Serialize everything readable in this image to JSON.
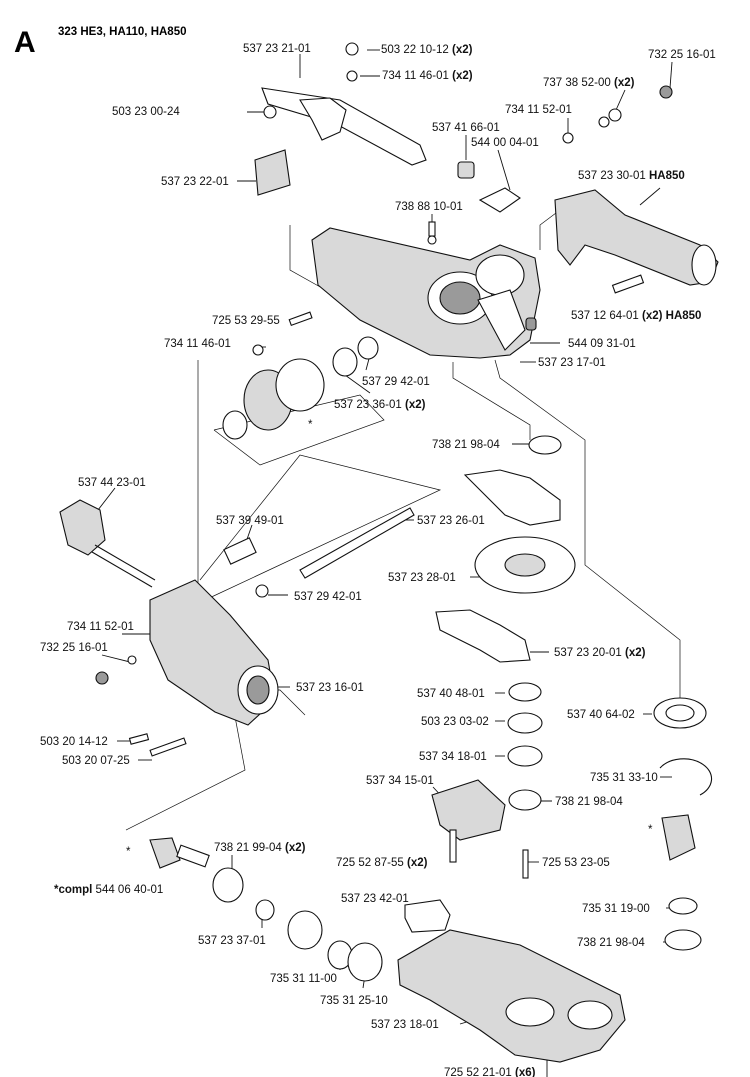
{
  "header": {
    "section": "A",
    "models": "323 HE3, HA110, HA850"
  },
  "labels": [
    {
      "id": "p1",
      "number": "537 23 21-01",
      "suffix": ""
    },
    {
      "id": "p2",
      "number": "503 22 10-12",
      "suffix": "(x2)"
    },
    {
      "id": "p3",
      "number": "734 11 46-01",
      "suffix": "(x2)"
    },
    {
      "id": "p4",
      "number": "732 25 16-01",
      "suffix": ""
    },
    {
      "id": "p5",
      "number": "737 38 52-00",
      "suffix": "(x2)"
    },
    {
      "id": "p6",
      "number": "503 23 00-24",
      "suffix": ""
    },
    {
      "id": "p7",
      "number": "734 11 52-01",
      "suffix": ""
    },
    {
      "id": "p8",
      "number": "537 41 66-01",
      "suffix": ""
    },
    {
      "id": "p9",
      "number": "544 00 04-01",
      "suffix": ""
    },
    {
      "id": "p10",
      "number": "537 23 22-01",
      "suffix": ""
    },
    {
      "id": "p11",
      "number": "537 23 30-01",
      "suffix": "HA850"
    },
    {
      "id": "p12",
      "number": "738 88 10-01",
      "suffix": ""
    },
    {
      "id": "p13",
      "number": "725 53 29-55",
      "suffix": ""
    },
    {
      "id": "p14",
      "number": "537 12 64-01",
      "suffix": "(x2) HA850"
    },
    {
      "id": "p15",
      "number": "734 11 46-01",
      "suffix": ""
    },
    {
      "id": "p16",
      "number": "544 09 31-01",
      "suffix": ""
    },
    {
      "id": "p17",
      "number": "537 23 17-01",
      "suffix": ""
    },
    {
      "id": "p18",
      "number": "537 29 42-01",
      "suffix": ""
    },
    {
      "id": "p19",
      "number": "537 23 36-01",
      "suffix": "(x2)"
    },
    {
      "id": "p20",
      "number": "738 21 98-04",
      "suffix": ""
    },
    {
      "id": "p21",
      "number": "537 44 23-01",
      "suffix": ""
    },
    {
      "id": "p22",
      "number": "537 39 49-01",
      "suffix": ""
    },
    {
      "id": "p23",
      "number": "537 23 26-01",
      "suffix": ""
    },
    {
      "id": "p24",
      "number": "537 23 28-01",
      "suffix": ""
    },
    {
      "id": "p25",
      "number": "537 29 42-01",
      "suffix": ""
    },
    {
      "id": "p26",
      "number": "734 11 52-01",
      "suffix": ""
    },
    {
      "id": "p27",
      "number": "732 25 16-01",
      "suffix": ""
    },
    {
      "id": "p28",
      "number": "537 23 20-01",
      "suffix": "(x2)"
    },
    {
      "id": "p29",
      "number": "537 40 48-01",
      "suffix": ""
    },
    {
      "id": "p30",
      "number": "537 23 16-01",
      "suffix": ""
    },
    {
      "id": "p31",
      "number": "503 23 03-02",
      "suffix": ""
    },
    {
      "id": "p32",
      "number": "537 40 64-02",
      "suffix": ""
    },
    {
      "id": "p33",
      "number": "503 20 14-12",
      "suffix": ""
    },
    {
      "id": "p34",
      "number": "537 34 18-01",
      "suffix": ""
    },
    {
      "id": "p35",
      "number": "503 20 07-25",
      "suffix": ""
    },
    {
      "id": "p36",
      "number": "735 31 33-10",
      "suffix": ""
    },
    {
      "id": "p37",
      "number": "537 34 15-01",
      "suffix": ""
    },
    {
      "id": "p38",
      "number": "738 21 98-04",
      "suffix": ""
    },
    {
      "id": "p39",
      "number": "738 21 99-04",
      "suffix": "(x2)"
    },
    {
      "id": "p40",
      "number": "725 52 87-55",
      "suffix": "(x2)"
    },
    {
      "id": "p41",
      "number": "725 53 23-05",
      "suffix": ""
    },
    {
      "id": "p42",
      "number": "544 06 40-01",
      "suffix": "",
      "prefix": "*compl"
    },
    {
      "id": "p43",
      "number": "537 23 42-01",
      "suffix": ""
    },
    {
      "id": "p44",
      "number": "735 31 19-00",
      "suffix": ""
    },
    {
      "id": "p45",
      "number": "537 23 37-01",
      "suffix": ""
    },
    {
      "id": "p46",
      "number": "738 21 98-04",
      "suffix": ""
    },
    {
      "id": "p47",
      "number": "735 31 11-00",
      "suffix": ""
    },
    {
      "id": "p48",
      "number": "735 31 25-10",
      "suffix": ""
    },
    {
      "id": "p49",
      "number": "537 23 18-01",
      "suffix": ""
    },
    {
      "id": "p50",
      "number": "725 52 21-01",
      "suffix": "(x6)"
    }
  ],
  "markers": [
    {
      "id": "m1",
      "text": "*"
    },
    {
      "id": "m2",
      "text": "*"
    },
    {
      "id": "m3",
      "text": "*"
    }
  ]
}
